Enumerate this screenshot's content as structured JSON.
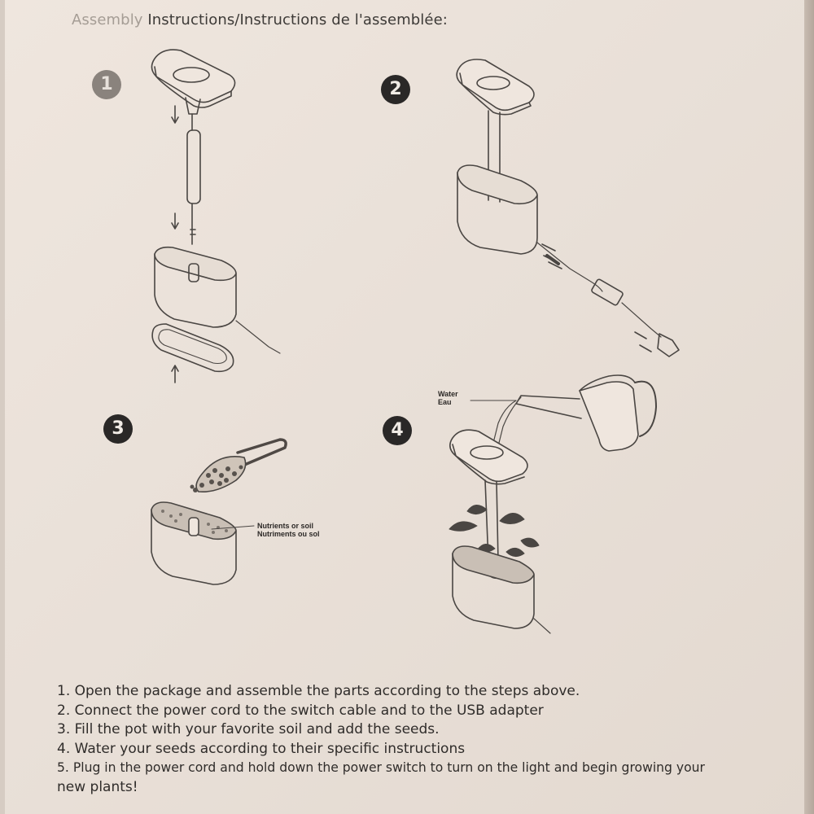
{
  "title": {
    "faded": "Assembly",
    "rest": " Instructions/Instructions de l'assemblée:"
  },
  "badges": [
    "1",
    "2",
    "3",
    "4"
  ],
  "labels": {
    "nutrients_en": "Nutrients or soil",
    "nutrients_fr": "Nutriments ou sol",
    "water_en": "Water",
    "water_fr": "Eau"
  },
  "steps": [
    "1. Open the package and assemble the parts according to the steps above.",
    "2. Connect the power cord to the switch cable and to the USB adapter",
    "3. Fill the pot with your favorite soil and add the seeds.",
    "4. Water your seeds according to their specific instructions",
    "5. Plug in the power cord and hold down the power switch to turn on the light and begin growing your",
    "new plants!"
  ]
}
